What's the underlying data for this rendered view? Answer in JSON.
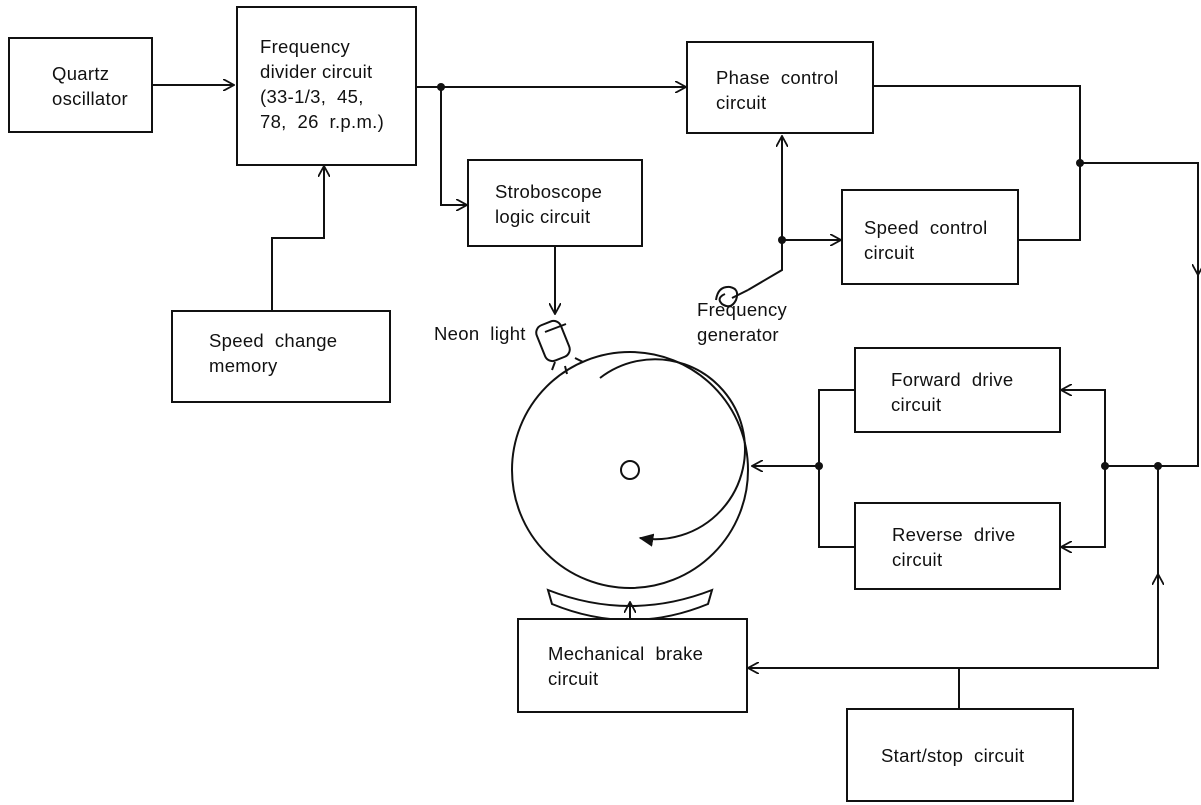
{
  "blocks": {
    "quartz_oscillator": "Quartz\noscillator",
    "frequency_divider": "Frequency\ndivider circuit\n(33-1/3,  45,\n78,  26  r.p.m.)",
    "speed_change_memory": "Speed  change\nmemory",
    "phase_control": "Phase  control\ncircuit",
    "stroboscope_logic": "Stroboscope\nlogic circuit",
    "speed_control": "Speed  control\ncircuit",
    "forward_drive": "Forward  drive\ncircuit",
    "reverse_drive": "Reverse  drive\ncircuit",
    "mechanical_brake": "Mechanical  brake\ncircuit",
    "start_stop": "Start/stop  circuit"
  },
  "captions": {
    "neon_light": "Neon  light",
    "frequency_generator": "Frequency\ngenerator"
  },
  "colors": {
    "line": "#111111",
    "background": "#ffffff"
  }
}
